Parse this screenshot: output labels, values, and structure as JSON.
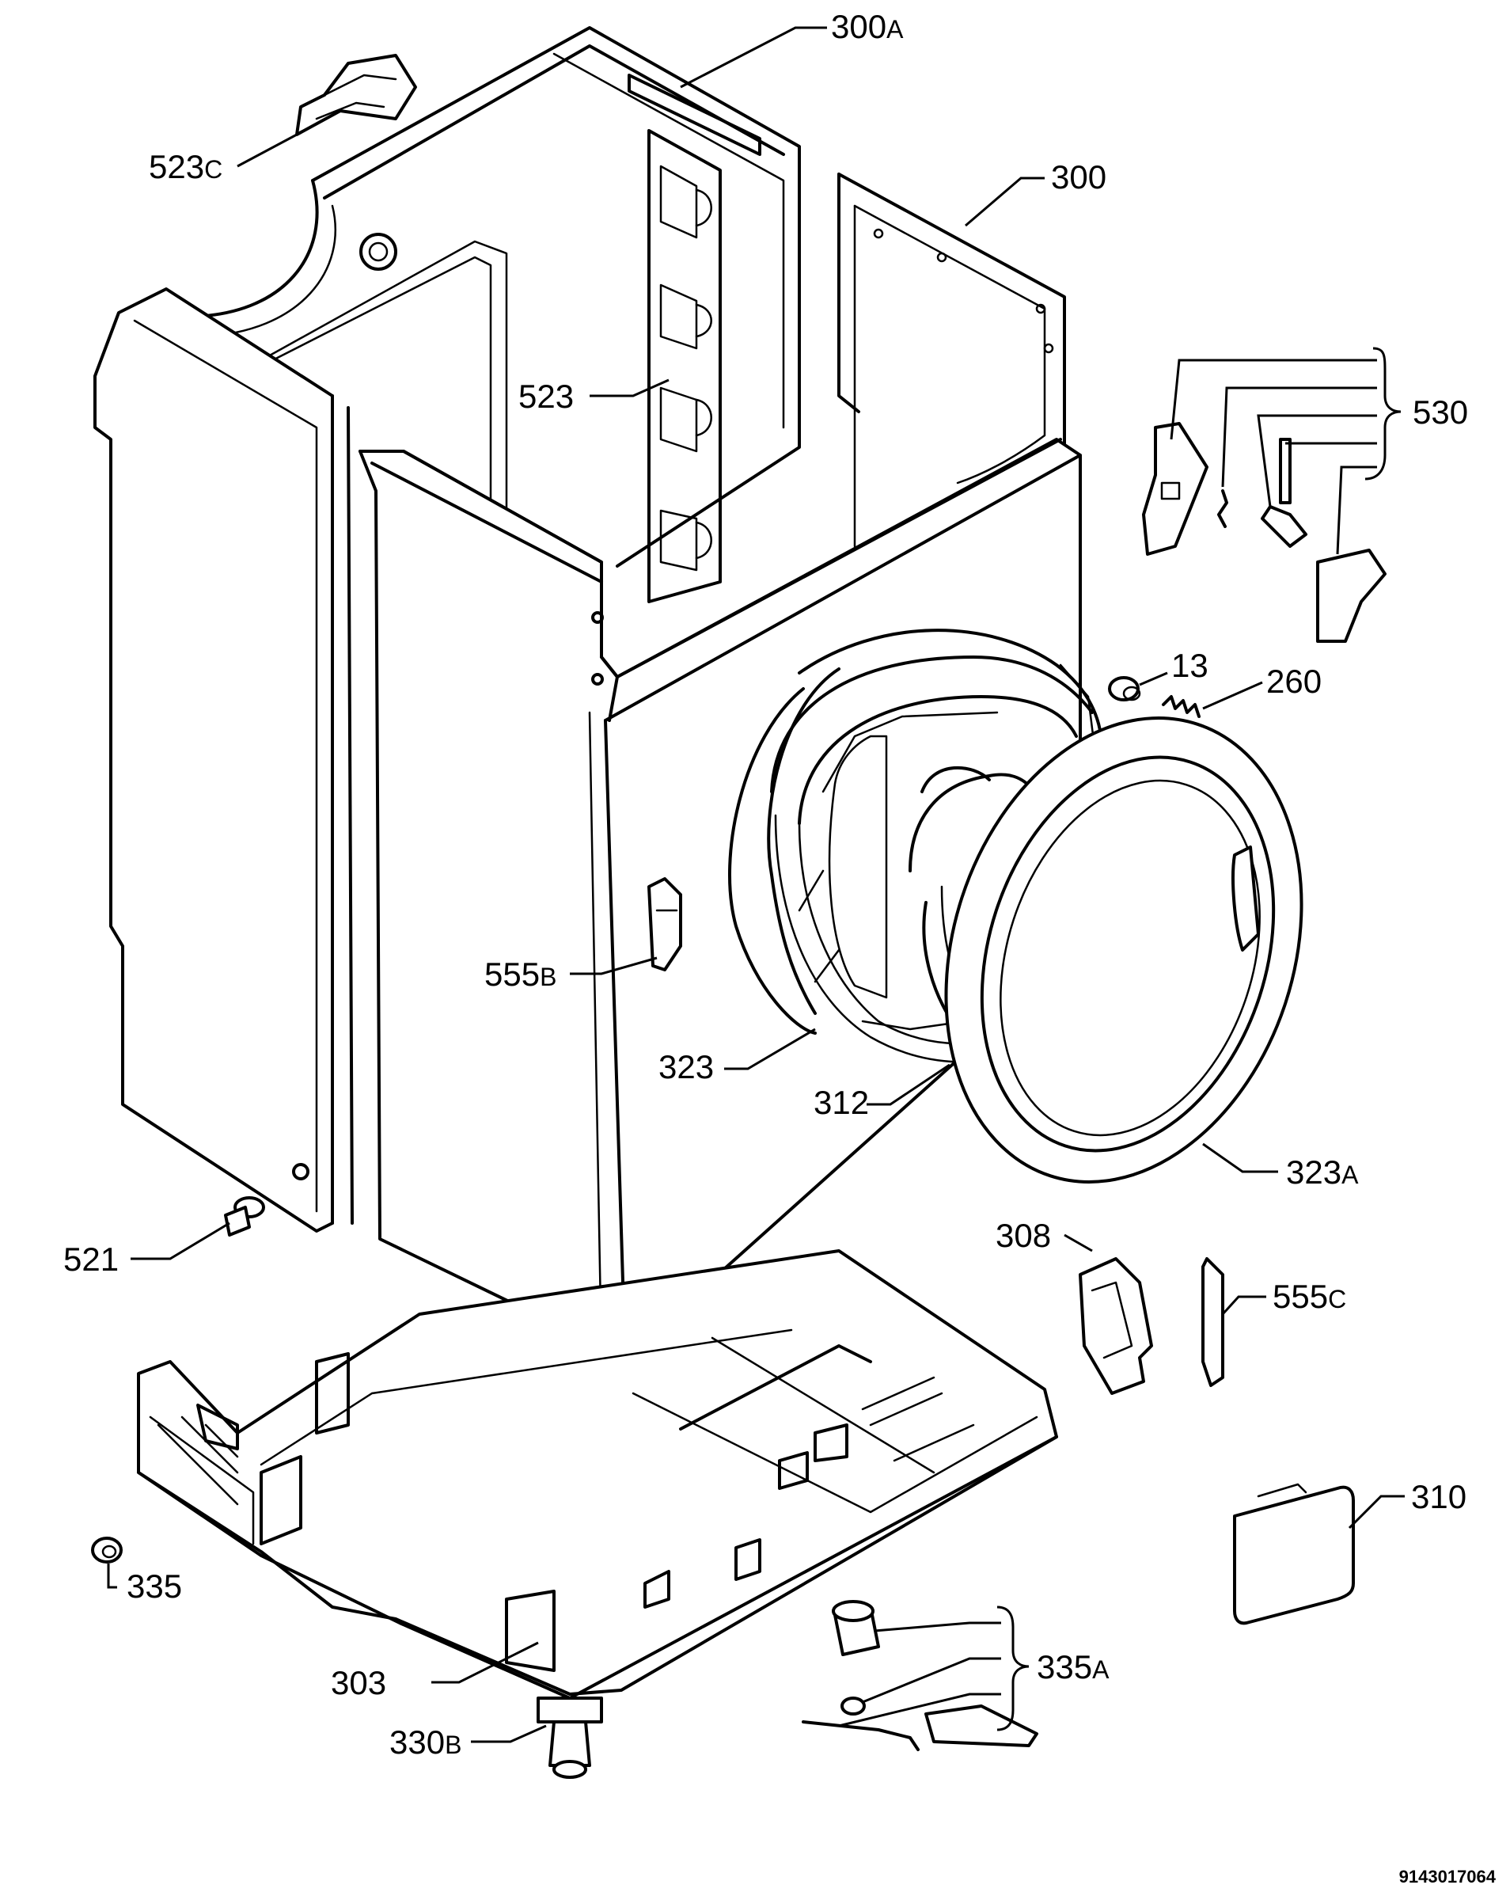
{
  "diagram": {
    "labels": {
      "p300a": {
        "num": "300",
        "suffix": "A"
      },
      "p523c": {
        "num": "523",
        "suffix": "C"
      },
      "p300": {
        "num": "300",
        "suffix": ""
      },
      "p530": {
        "num": "530",
        "suffix": ""
      },
      "p523": {
        "num": "523",
        "suffix": ""
      },
      "p13": {
        "num": "13",
        "suffix": ""
      },
      "p260": {
        "num": "260",
        "suffix": ""
      },
      "p555b": {
        "num": "555",
        "suffix": "B"
      },
      "p323": {
        "num": "323",
        "suffix": ""
      },
      "p312": {
        "num": "312",
        "suffix": ""
      },
      "p323a": {
        "num": "323",
        "suffix": "A"
      },
      "p521": {
        "num": "521",
        "suffix": ""
      },
      "p308": {
        "num": "308",
        "suffix": ""
      },
      "p555c": {
        "num": "555",
        "suffix": "C"
      },
      "p310": {
        "num": "310",
        "suffix": ""
      },
      "p335": {
        "num": "335",
        "suffix": ""
      },
      "p335a": {
        "num": "335",
        "suffix": "A"
      },
      "p303": {
        "num": "303",
        "suffix": ""
      },
      "p330b": {
        "num": "330",
        "suffix": "B"
      }
    },
    "drawing_code": "9143017064"
  }
}
